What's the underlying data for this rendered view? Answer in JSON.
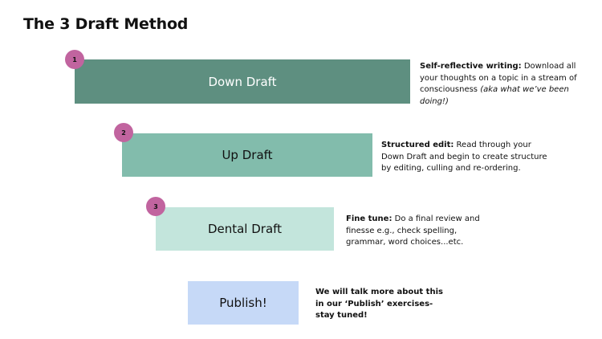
{
  "title": "The 3 Draft Method",
  "steps": [
    {
      "number": "1",
      "label": "Down Draft",
      "desc_bold": "Self-reflective writing:",
      "desc_text": " Download all your thoughts on a topic in a stream of consciousness ",
      "desc_italic": "(aka what we’ve been doing!)",
      "color": "#5e8f80"
    },
    {
      "number": "2",
      "label": "Up Draft",
      "desc_bold": "Structured edit:",
      "desc_text": " Read through your Down Draft and begin to create structure by editing, culling and re-ordering.",
      "color": "#82bcac"
    },
    {
      "number": "3",
      "label": "Dental Draft",
      "desc_bold": "Fine tune:",
      "desc_text": " Do a final review and finesse e.g., check spelling, grammar, word choices...etc.",
      "color": "#c3e5dc"
    }
  ],
  "publish": {
    "label": "Publish!",
    "note": "We will talk more about this in our ‘Publish’ exercises- stay tuned!",
    "color": "#c6d9f7"
  },
  "badge_color": "#c1649f"
}
